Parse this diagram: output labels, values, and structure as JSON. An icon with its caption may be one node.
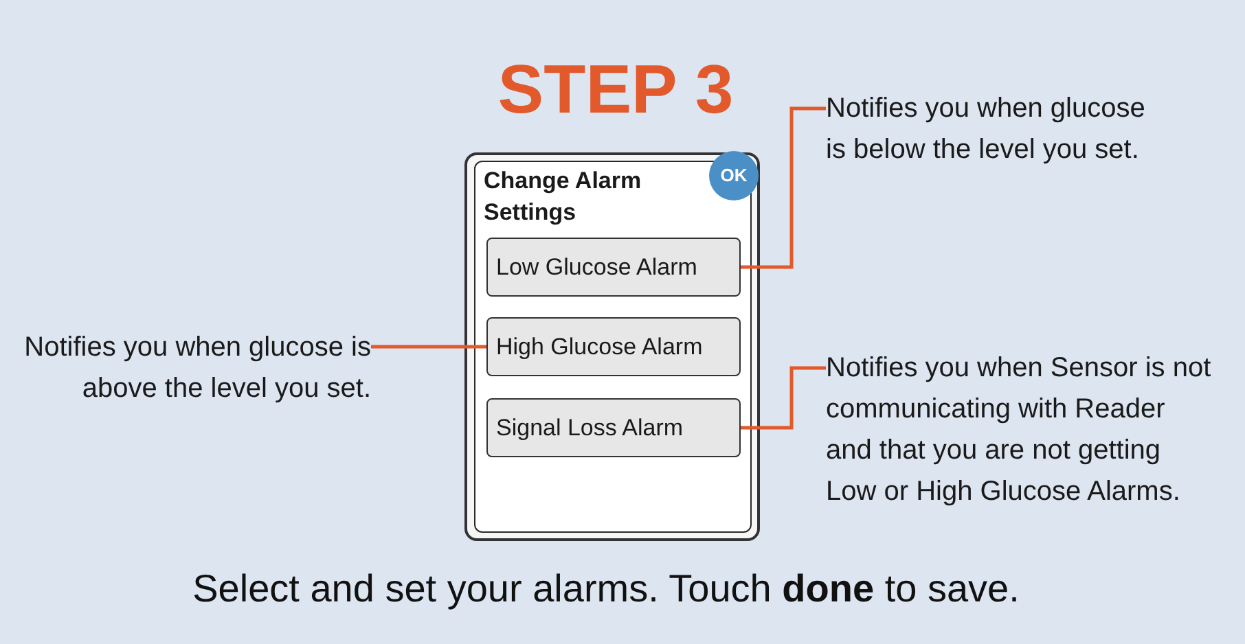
{
  "diagram": {
    "title": "STEP 3",
    "caption": "Select and set your alarms. Touch **done** to save.",
    "nodes": [
      {
        "text": [
          "Change Alarm Settings"
        ]
      },
      {
        "text": [
          "OK"
        ],
        "in": 0
      },
      {
        "text": [
          "Low Glucose Alarm"
        ],
        "in": 0
      },
      {
        "text": [
          "High Glucose Alarm"
        ],
        "in": 0
      },
      {
        "text": [
          "Signal Loss Alarm"
        ],
        "in": 0
      },
      {
        "text": [
          "Notifies you when glucose is below the level you set."
        ]
      },
      {
        "text": [
          "Notifies you when glucose is above the level you set."
        ]
      },
      {
        "text": [
          "Notifies you when Sensor is not communicating with Reader and that you are not getting Low or High Glucose Alarms."
        ]
      }
    ],
    "edges": [
      {
        "from": 5,
        "to": 2,
        "arrow": "none"
      },
      {
        "from": 6,
        "to": 3,
        "arrow": "none"
      },
      {
        "from": 7,
        "to": 4,
        "arrow": "none"
      }
    ]
  }
}
